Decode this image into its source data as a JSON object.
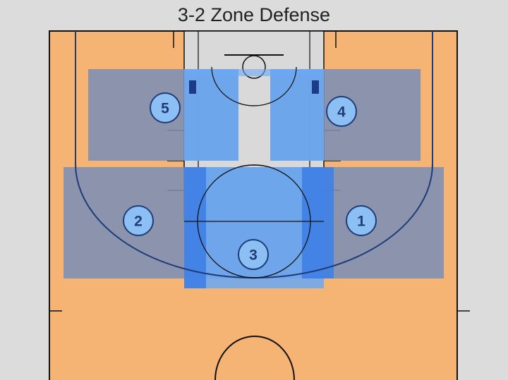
{
  "title": "3-2 Zone Defense",
  "colors": {
    "background": "#dcdcdc",
    "court": "#f5b474",
    "lane": "#d9d9d9",
    "zone_gray": "#8a96b4",
    "zone_blue": "#3f8ff0",
    "zone_light_blue": "#7fb2f2",
    "player_fill": "#8cc0f5",
    "line": "#111111",
    "arc_line": "#1f3c78",
    "block": "#1b3a8a"
  },
  "players": [
    {
      "number": "1",
      "role": "wing-right"
    },
    {
      "number": "2",
      "role": "wing-left"
    },
    {
      "number": "3",
      "role": "top-center"
    },
    {
      "number": "4",
      "role": "post-right"
    },
    {
      "number": "5",
      "role": "post-left"
    }
  ]
}
